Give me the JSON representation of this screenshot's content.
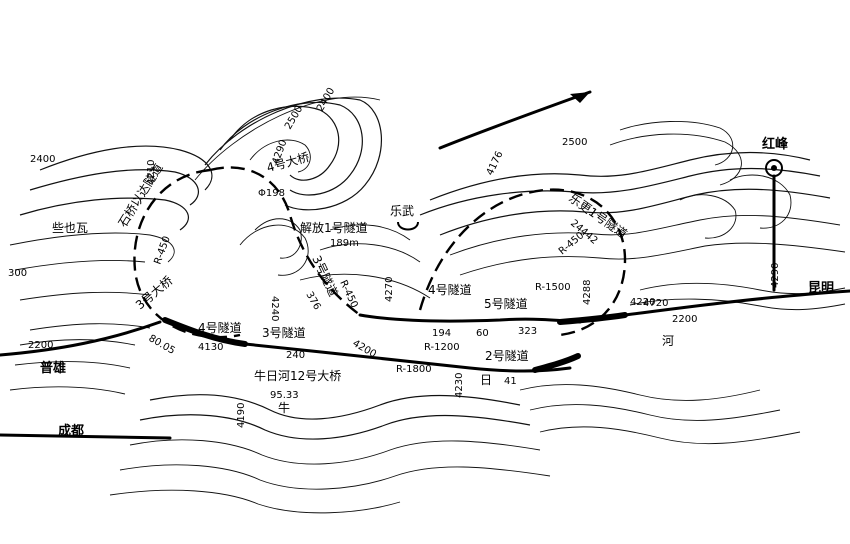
{
  "places": {
    "hongfeng": "红峰",
    "kunming": "昆明",
    "chengdu": "成都",
    "puxiong": "普雄",
    "leyewa": "些也瓦",
    "lewu": "乐武",
    "niu": "牛"
  },
  "tunnels": {
    "shiqiao": "石桥以达隧道",
    "jiefang1": "解放1号隧道",
    "t2": "2号隧道",
    "t3": "3号隧道",
    "t3b": "3号隧道",
    "t4": "4号隧道",
    "t4b": "4号隧道",
    "t5": "5号隧道",
    "lebi1": "乐更1号隧道"
  },
  "bridges": {
    "b4": "4号大桥",
    "b3": "3号大桥",
    "niurihe": "牛日河12号大桥"
  },
  "river": {
    "he": "河",
    "ri": "日"
  },
  "elevations": {
    "e2400a": "2400",
    "e2400b": "2400",
    "e2500a": "2500",
    "e2500b": "2500",
    "e2200a": "2200",
    "e2200b": "2200",
    "e300": "300",
    "e4290": "4290",
    "e4270": "4270",
    "e4200": "4200",
    "e4220": "4220",
    "e4230": "4230",
    "e4288": "4288",
    "e4720": "4720",
    "e4290b": "4290",
    "e4190": "4190",
    "e4240": "4240",
    "e4176": "4176",
    "e4130": "4130",
    "e4210": "4210"
  },
  "numbers": {
    "n189": "189m",
    "n376": "376",
    "n240": "240",
    "n194": "194",
    "n60": "60",
    "n323": "323",
    "n4742": "24442",
    "n80": "80.05",
    "n9533": "95.33",
    "n41": "41",
    "n4198": "Φ198"
  },
  "radii": {
    "r450a": "R-450",
    "r450b": "R-450",
    "r450c": "R-450",
    "r1500": "R-1500",
    "r1200": "R-1200",
    "r1800": "R-1800"
  }
}
